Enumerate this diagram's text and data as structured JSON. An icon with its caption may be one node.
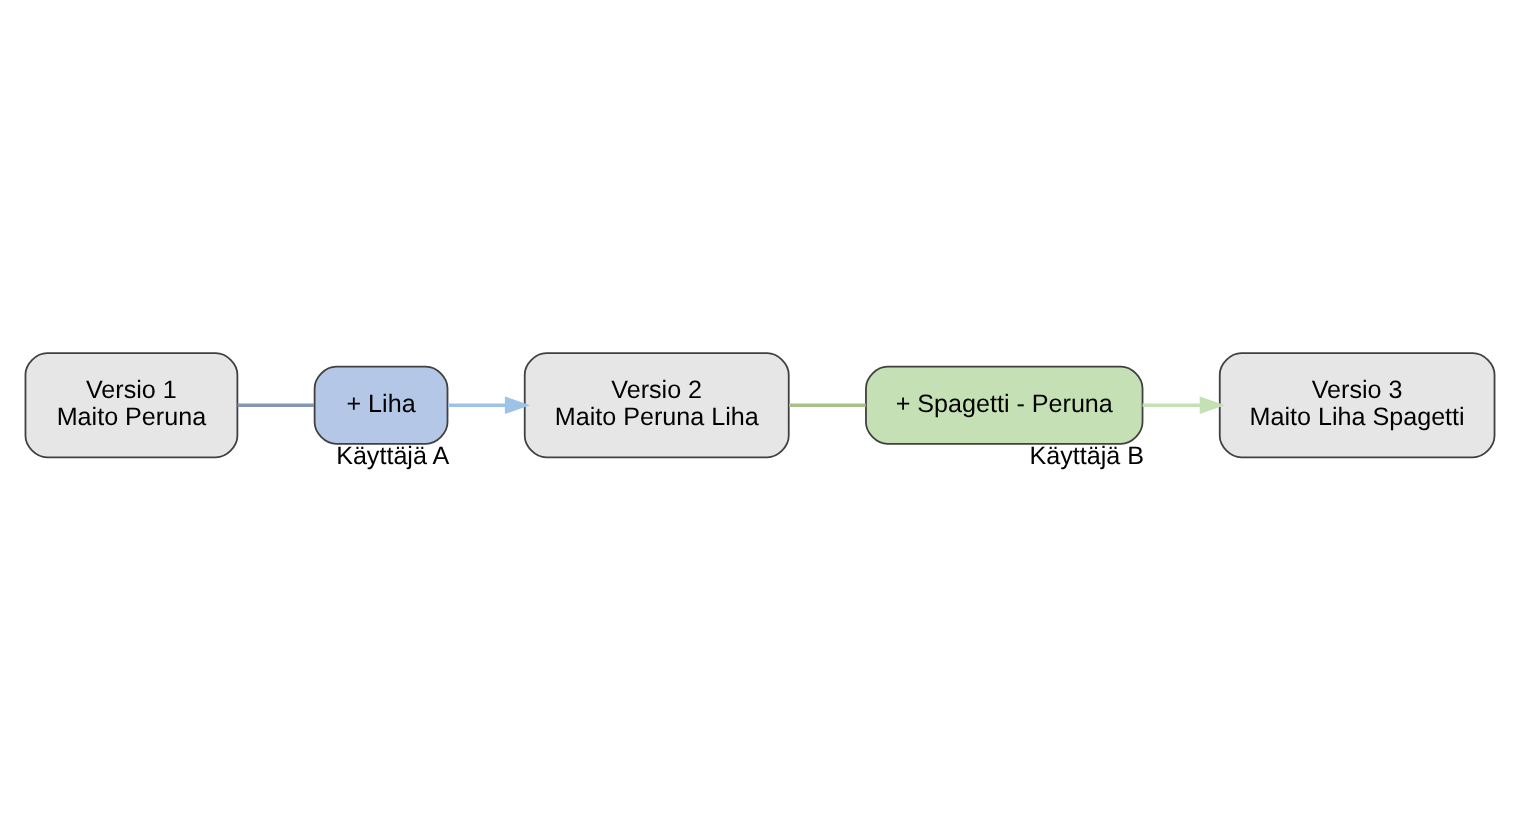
{
  "diagram": {
    "nodes": [
      {
        "text": [
          "Versio 1",
          "Maito Peruna"
        ]
      },
      {
        "text": [
          "Versio 2",
          "Maito Peruna Liha"
        ]
      },
      {
        "text": [
          "Versio 3",
          "Maito Liha Spagetti"
        ]
      },
      {
        "text": [
          "+ Liha"
        ],
        "beside": [
          "Käyttäjä A"
        ]
      },
      {
        "text": [
          "+ Spagetti - Peruna"
        ],
        "beside": [
          "Käyttäjä B"
        ]
      }
    ],
    "edges": [
      {
        "from": 0,
        "to": 3,
        "arrow": "none",
        "color": "#8497b0"
      },
      {
        "from": 3,
        "to": 1,
        "arrow": "to",
        "color": "#9dc3e6"
      },
      {
        "from": 1,
        "to": 4,
        "arrow": "none",
        "color": "#a9c08a"
      },
      {
        "from": 4,
        "to": 2,
        "arrow": "to",
        "color": "#c5e0b4"
      }
    ]
  }
}
